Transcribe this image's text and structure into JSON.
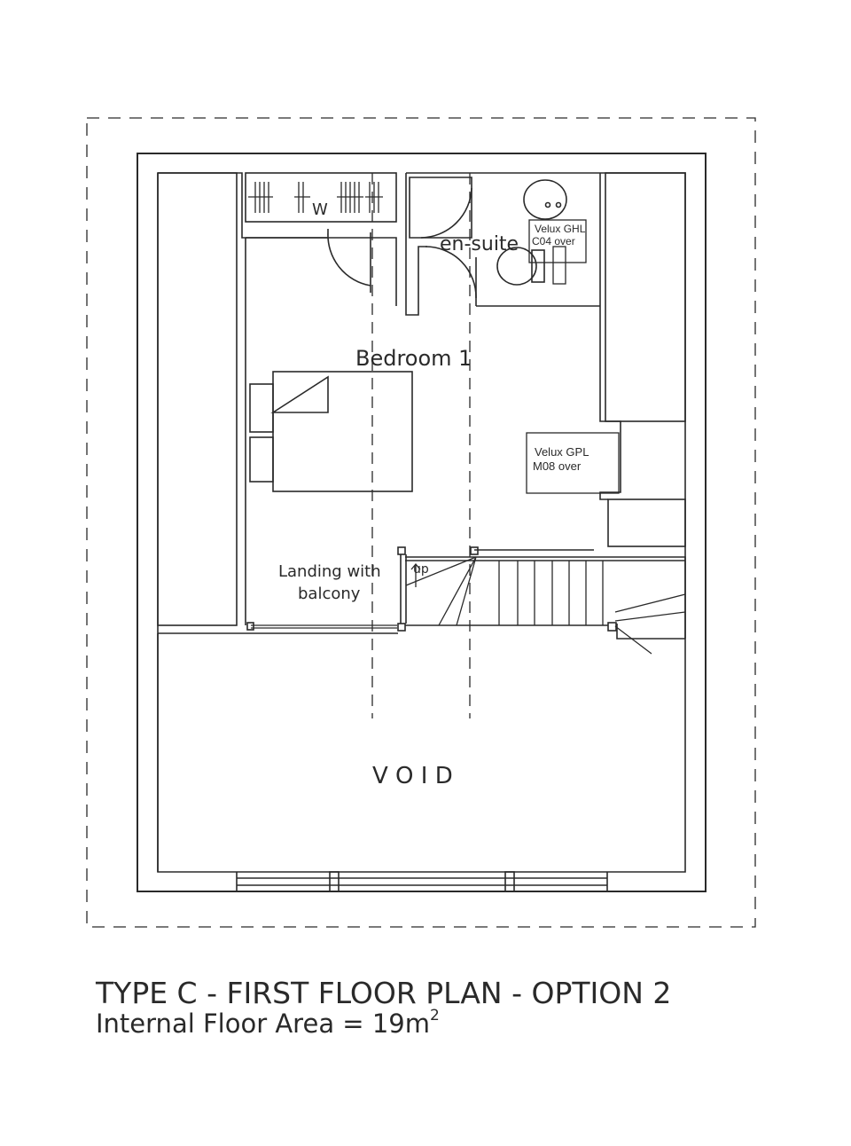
{
  "plan": {
    "labels": {
      "wardrobe": "W",
      "ensuite": "en-suite",
      "velux_ghl": "Velux GHL",
      "velux_ghl_code": "C04 over",
      "bedroom": "Bedroom 1",
      "velux_gpl": "Velux GPL",
      "velux_gpl_code": "M08 over",
      "stair_up": "up",
      "landing_line1": "Landing with",
      "landing_line2": "balcony",
      "void": "V O I D"
    }
  },
  "title": {
    "heading": "TYPE C - FIRST FLOOR PLAN - OPTION 2",
    "area_prefix": "Internal Floor Area = 19m",
    "area_sup": "2"
  }
}
